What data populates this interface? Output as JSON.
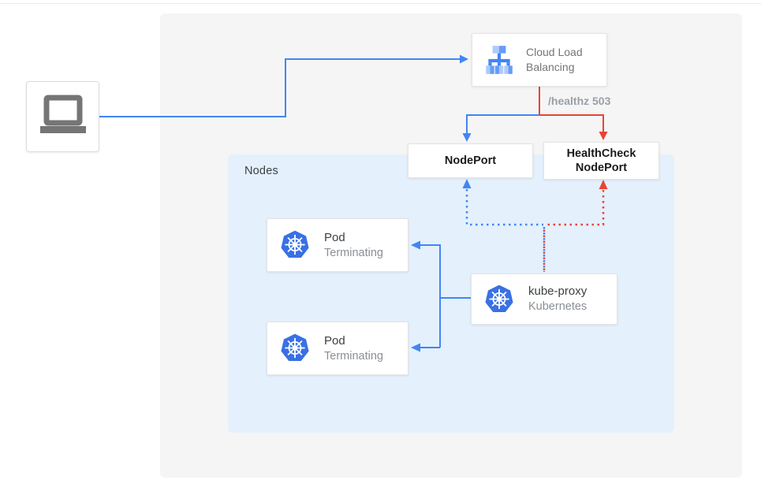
{
  "diagram": {
    "client": {
      "icon": "laptop-icon"
    },
    "cloud_load_balancing": {
      "label": "Cloud Load Balancing",
      "icon": "load-balancer-icon"
    },
    "health_check_label": "/healthz 503",
    "nodeport": {
      "label": "NodePort"
    },
    "healthcheck_nodeport": {
      "label": "HealthCheck NodePort"
    },
    "nodes_group": {
      "label": "Nodes"
    },
    "pods": [
      {
        "title": "Pod",
        "status": "Terminating",
        "icon": "kubernetes-icon"
      },
      {
        "title": "Pod",
        "status": "Terminating",
        "icon": "kubernetes-icon"
      }
    ],
    "kube_proxy": {
      "title": "kube-proxy",
      "subtitle": "Kubernetes",
      "icon": "kubernetes-icon"
    },
    "colors": {
      "blue": "#4285f4",
      "red": "#ea4335",
      "nodes_bg": "#e4f0fc",
      "panel_bg": "#f5f5f5",
      "kubernetes_blue": "#3970e4",
      "icon_gray": "#757575"
    }
  }
}
